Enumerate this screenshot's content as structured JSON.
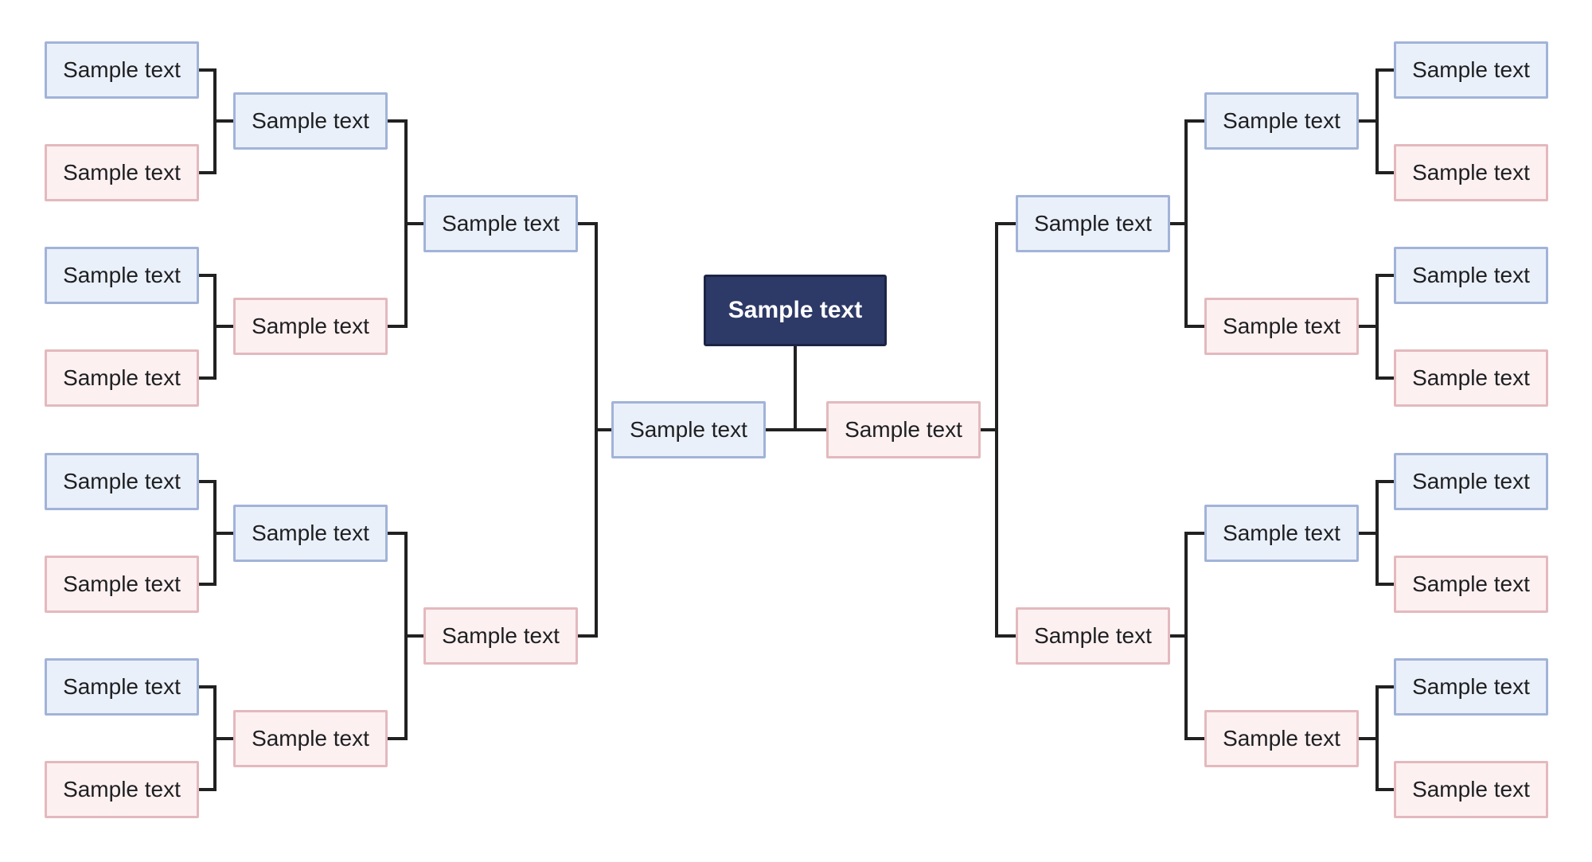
{
  "palette": {
    "background": "#ffffff",
    "line_color": "#212121",
    "text_color": "#1e1f21",
    "blue_fill": "#eaf0fa",
    "blue_border": "#a2b3d8",
    "pink_fill": "#fdf0f1",
    "pink_border": "#e3b9bd",
    "navy_fill": "#2d3966",
    "navy_border": "#1c2545",
    "champion_text_color": "#ffffff"
  },
  "champion": {
    "label": "Sample text"
  },
  "left": {
    "finalist": {
      "label": "Sample text"
    },
    "round3": [
      {
        "label": "Sample text"
      },
      {
        "label": "Sample text"
      }
    ],
    "round2": [
      {
        "label": "Sample text"
      },
      {
        "label": "Sample text"
      },
      {
        "label": "Sample text"
      },
      {
        "label": "Sample text"
      }
    ],
    "round1": [
      {
        "label": "Sample text"
      },
      {
        "label": "Sample text"
      },
      {
        "label": "Sample text"
      },
      {
        "label": "Sample text"
      },
      {
        "label": "Sample text"
      },
      {
        "label": "Sample text"
      },
      {
        "label": "Sample text"
      },
      {
        "label": "Sample text"
      }
    ]
  },
  "right": {
    "finalist": {
      "label": "Sample text"
    },
    "round3": [
      {
        "label": "Sample text"
      },
      {
        "label": "Sample text"
      }
    ],
    "round2": [
      {
        "label": "Sample text"
      },
      {
        "label": "Sample text"
      },
      {
        "label": "Sample text"
      },
      {
        "label": "Sample text"
      }
    ],
    "round1": [
      {
        "label": "Sample text"
      },
      {
        "label": "Sample text"
      },
      {
        "label": "Sample text"
      },
      {
        "label": "Sample text"
      },
      {
        "label": "Sample text"
      },
      {
        "label": "Sample text"
      },
      {
        "label": "Sample text"
      },
      {
        "label": "Sample text"
      }
    ]
  }
}
